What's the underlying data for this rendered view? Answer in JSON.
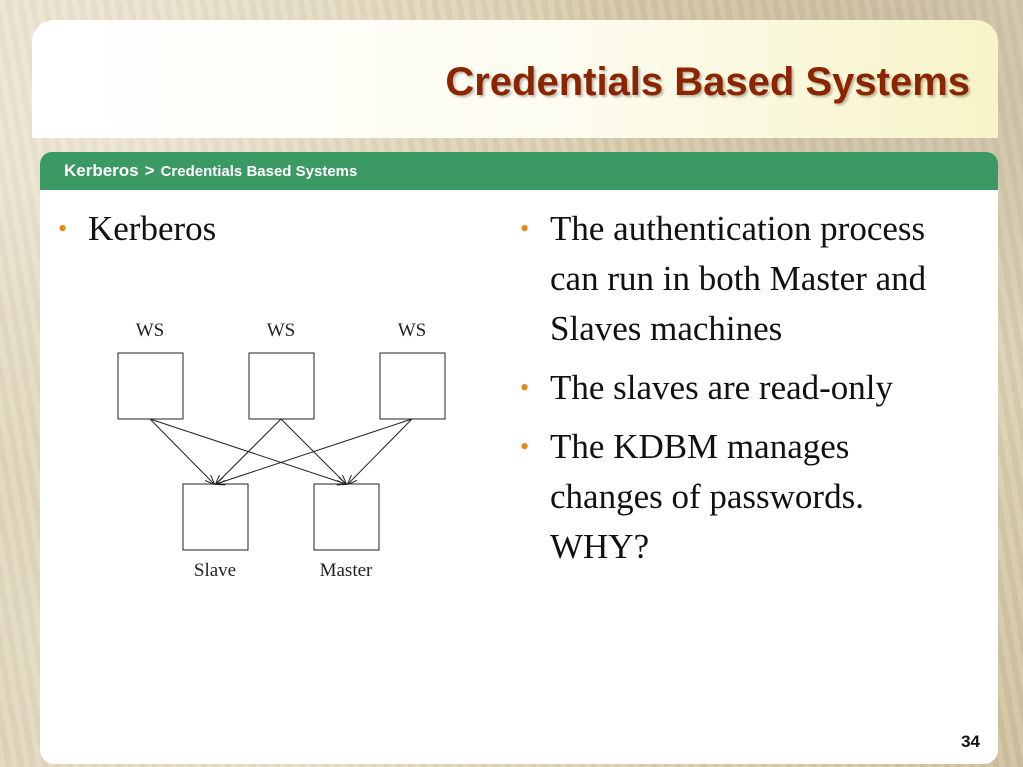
{
  "slide": {
    "title": "Credentials Based Systems",
    "breadcrumb": {
      "main": "Kerberos",
      "separator": ">",
      "sub": "Credentials Based Systems"
    },
    "left_bullets": [
      "Kerberos"
    ],
    "right_bullets": [
      "The authentication process can run in both Master and Slaves machines",
      "The slaves are read-only",
      "The KDBM manages changes of passwords. WHY?"
    ],
    "diagram": {
      "workstations": [
        "WS",
        "WS",
        "WS"
      ],
      "servers": [
        "Slave",
        "Master"
      ]
    },
    "page_number": "34",
    "colors": {
      "title": "#8a2500",
      "breadcrumb_bar": "#3b9a63",
      "bullet": "#e08a1e"
    }
  }
}
